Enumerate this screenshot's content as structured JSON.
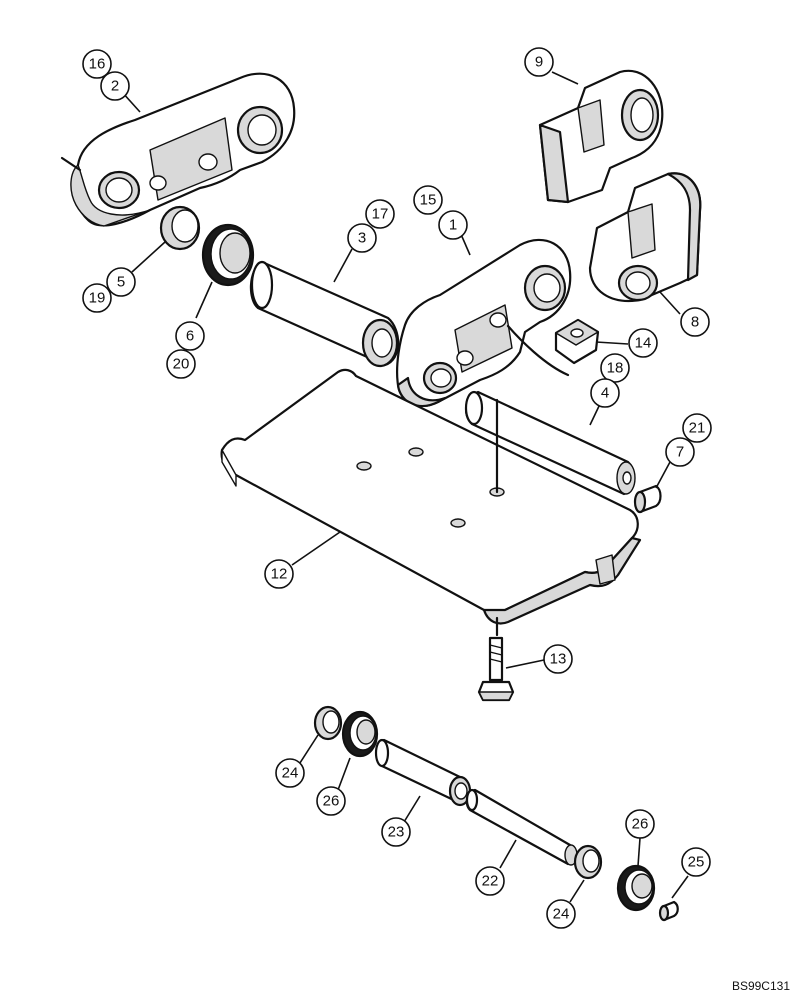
{
  "diagram": {
    "drawing_code": "BS99C131",
    "callouts": [
      {
        "id": "c16a",
        "label": "16"
      },
      {
        "id": "c2",
        "label": "2"
      },
      {
        "id": "c9",
        "label": "9"
      },
      {
        "id": "c17",
        "label": "17"
      },
      {
        "id": "c3",
        "label": "3"
      },
      {
        "id": "c15",
        "label": "15"
      },
      {
        "id": "c1",
        "label": "1"
      },
      {
        "id": "c5",
        "label": "5"
      },
      {
        "id": "c19",
        "label": "19"
      },
      {
        "id": "c6",
        "label": "6"
      },
      {
        "id": "c20",
        "label": "20"
      },
      {
        "id": "c8",
        "label": "8"
      },
      {
        "id": "c14",
        "label": "14"
      },
      {
        "id": "c18",
        "label": "18"
      },
      {
        "id": "c4",
        "label": "4"
      },
      {
        "id": "c21",
        "label": "21"
      },
      {
        "id": "c7",
        "label": "7"
      },
      {
        "id": "c12",
        "label": "12"
      },
      {
        "id": "c13",
        "label": "13"
      },
      {
        "id": "c24a",
        "label": "24"
      },
      {
        "id": "c26a",
        "label": "26"
      },
      {
        "id": "c23",
        "label": "23"
      },
      {
        "id": "c22",
        "label": "22"
      },
      {
        "id": "c24b",
        "label": "24"
      },
      {
        "id": "c26b",
        "label": "26"
      },
      {
        "id": "c25",
        "label": "25"
      }
    ]
  }
}
